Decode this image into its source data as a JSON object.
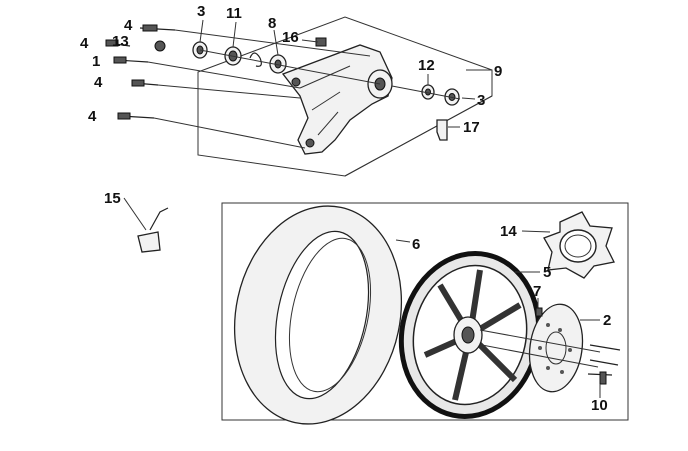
{
  "callouts": {
    "c1": "1",
    "c2": "2",
    "c3a": "3",
    "c3b": "3",
    "c4a": "4",
    "c4b": "4",
    "c4c": "4",
    "c4d": "4",
    "c5": "5",
    "c6": "6",
    "c7": "7",
    "c8": "8",
    "c9": "9",
    "c10": "10",
    "c11": "11",
    "c12": "12",
    "c13": "13",
    "c14": "14",
    "c15": "15",
    "c16": "16",
    "c17": "17"
  }
}
